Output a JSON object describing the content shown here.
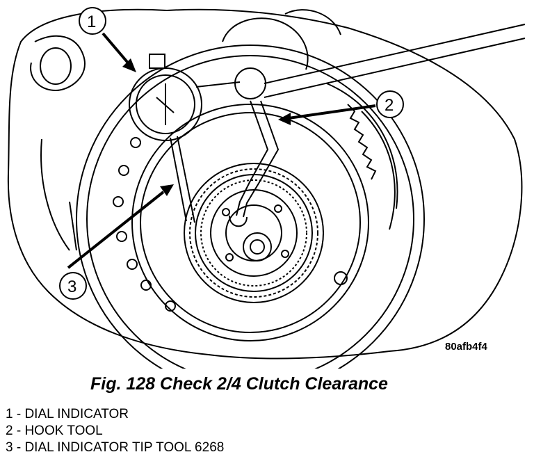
{
  "figure": {
    "code": "80afb4f4",
    "caption": "Fig. 128 Check 2/4 Clutch Clearance"
  },
  "callouts": [
    {
      "number": "1"
    },
    {
      "number": "2"
    },
    {
      "number": "3"
    }
  ],
  "legend": [
    {
      "text": "1 - DIAL INDICATOR"
    },
    {
      "text": "2 - HOOK TOOL"
    },
    {
      "text": "3 - DIAL INDICATOR TIP TOOL 6268"
    }
  ],
  "colors": {
    "ink": "#000000",
    "paper": "#ffffff"
  }
}
